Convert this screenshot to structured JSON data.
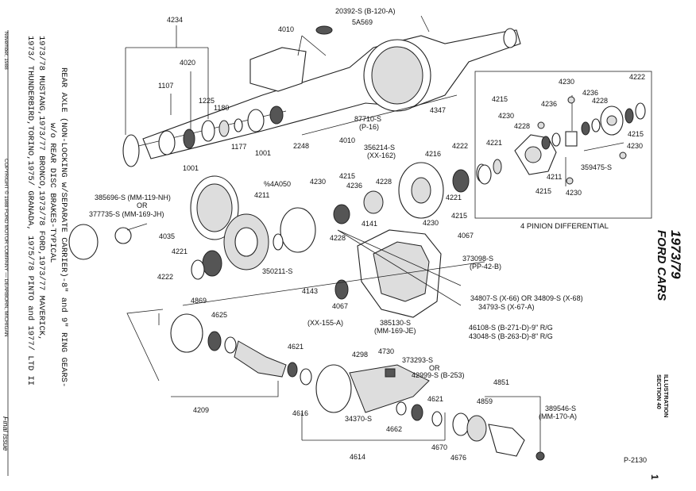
{
  "caption": {
    "line1": "REAR AXLE (NON-LOCKING w/SEPARATE CARRIER)-8\" and 9\" RING GEARS-",
    "line2": "w/o REAR DISC BRAKES-TYPICAL",
    "line3": "1973/78 MUSTANG,1973/77 BRONCO,1973/78 FORD,1973/77 MAVERICK,",
    "line4": "1973/ THUNDERBIRD,TORINO,1975/ GRANADA, 1975/78 PINTO and 1977/ LTD II",
    "date": "November, 1988",
    "copyright": "COPYRIGHT © 1988      FORD MOTOR COMPANY  —  DEARBORN, MICHIGAN",
    "final": "Final Issue"
  },
  "years": "1973/79",
  "brand": "FORD CARS",
  "illustration": "ILLUSTRATION",
  "section": "SECTION 40",
  "figure_code": "P-2130",
  "page_number": "1",
  "inset_title": "4 PINION DIFFERENTIAL",
  "labels": {
    "l4234": "4234",
    "l4010a": "4010",
    "l20392": "20392-S (B-120-A)",
    "l5a569": "5A569",
    "l4020": "4020",
    "l1107": "1107",
    "l1225": "1225",
    "l1180": "1180",
    "l1177": "1177",
    "l1001a": "1001",
    "l1001b": "1001",
    "l2248": "2248",
    "l4010b": "4010",
    "l87710": "87710-S",
    "l87710b": "(P-16)",
    "l4347": "4347",
    "l356214": "356214-S",
    "l356214b": "(XX-162)",
    "l4216": "4216",
    "l4222a": "4222",
    "l4215a": "4215",
    "l4230a": "4230",
    "l4236": "4236",
    "l4228a": "4228",
    "l4221a": "4221",
    "l4215b": "4215",
    "l4230b": "4230",
    "l4211": "4211",
    "l4a050": "%4A050",
    "l385696": "385696-S (MM-119-NH)",
    "lor1": "OR",
    "l377735": "377735-S (MM-169-JH)",
    "l4035": "4035",
    "l4228b": "4228",
    "l4141": "4141",
    "l4067a": "4067",
    "l4221b": "4221",
    "l4222b": "4222",
    "l350211": "350211-S",
    "l4143": "4143",
    "l4067b": "4067",
    "l373098": "373098-S",
    "l373098b": "(PP-42-B)",
    "l34807": "34807-S (X-66) OR 34809-S (X-68)",
    "l34793": "34793-S (X-67-A)",
    "lxx155": "(XX-155-A)",
    "l385130": "385130-S",
    "l385130b": "(MM-169-JE)",
    "l46108": "46108-S (B-271-D)-9\" R/G",
    "l43048": "43048-S (B-263-D)-8\" R/G",
    "l4869": "4869",
    "l4625": "4625",
    "l4621a": "4621",
    "l4298": "4298",
    "l4730": "4730",
    "l373293": "373293-S",
    "lor2": "OR",
    "l42999": "42999-S (B-253)",
    "l4851": "4851",
    "l4621b": "4621",
    "l4859": "4859",
    "l389546": "389546-S",
    "l389546b": "(MM-170-A)",
    "l4209": "4209",
    "l4616": "4616",
    "l34370": "34370-S",
    "l4662": "4662",
    "l4670": "4670",
    "l4676": "4676",
    "l4614": "4614",
    "i4230a": "4230",
    "i4222": "4222",
    "i4236a": "4236",
    "i4215a": "4215",
    "i4228": "4228",
    "i4236b": "4236",
    "i4230b": "4230",
    "i4228b": "4228",
    "i4215b": "4215",
    "i4221": "4221",
    "i4230c": "4230",
    "i359475": "359475-S",
    "i4211": "4211",
    "i4215c": "4215",
    "i4230d": "4230"
  }
}
